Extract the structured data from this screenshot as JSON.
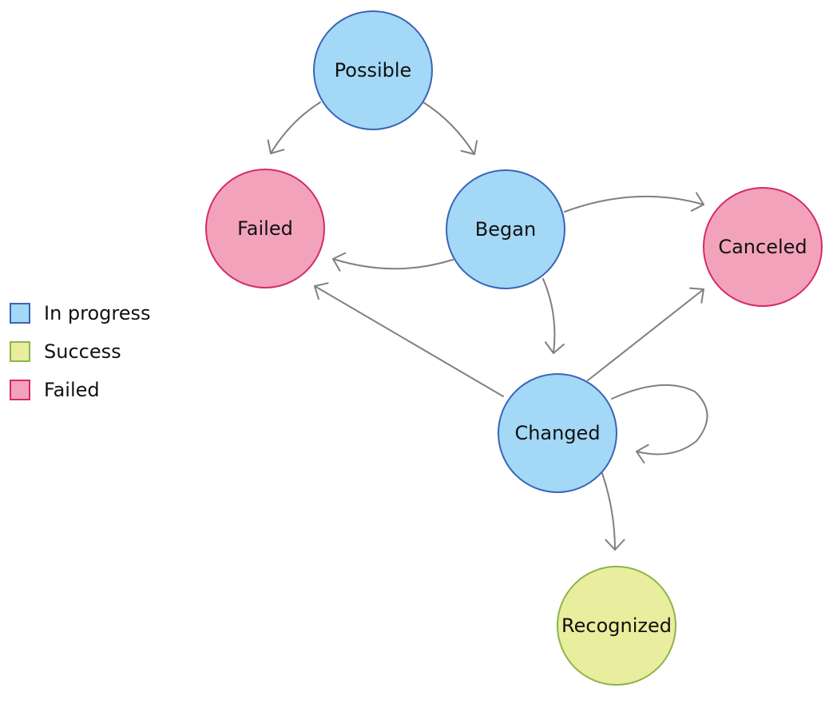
{
  "colors": {
    "in_progress": {
      "fill": "#a3d8f6",
      "stroke": "#3a64b8"
    },
    "success": {
      "fill": "#e9ed9e",
      "stroke": "#8cb54a"
    },
    "failed": {
      "fill": "#f2a3bb",
      "stroke": "#d6296b"
    },
    "edge": "#808080"
  },
  "states": [
    {
      "id": "possible",
      "label": "Possible",
      "category": "in_progress"
    },
    {
      "id": "failed",
      "label": "Failed",
      "category": "failed"
    },
    {
      "id": "began",
      "label": "Began",
      "category": "in_progress"
    },
    {
      "id": "canceled",
      "label": "Canceled",
      "category": "failed"
    },
    {
      "id": "changed",
      "label": "Changed",
      "category": "in_progress"
    },
    {
      "id": "recognized",
      "label": "Recognized",
      "category": "success"
    }
  ],
  "transitions": [
    {
      "from": "possible",
      "to": "failed"
    },
    {
      "from": "possible",
      "to": "began"
    },
    {
      "from": "began",
      "to": "failed"
    },
    {
      "from": "began",
      "to": "canceled"
    },
    {
      "from": "began",
      "to": "changed"
    },
    {
      "from": "changed",
      "to": "failed"
    },
    {
      "from": "changed",
      "to": "canceled"
    },
    {
      "from": "changed",
      "to": "changed"
    },
    {
      "from": "changed",
      "to": "recognized"
    }
  ],
  "legend": [
    {
      "label": "In progress",
      "category": "in_progress"
    },
    {
      "label": "Success",
      "category": "success"
    },
    {
      "label": "Failed",
      "category": "failed"
    }
  ]
}
